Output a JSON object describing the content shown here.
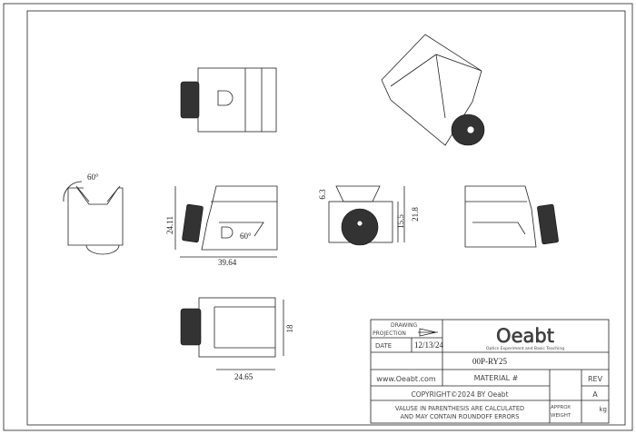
{
  "dimensions": {
    "angle_left": "60°",
    "angle_front": "60°",
    "height_front": "24.11",
    "length_front": "39.64",
    "dovetail_height": "6.3",
    "body_height": "15.5",
    "total_height": "21.8",
    "bottom_height": "18",
    "bottom_length": "24.65"
  },
  "title_block": {
    "drawing_label": "DRAWING",
    "projection_label": "PROJECTION",
    "date_label": "DATE",
    "date_value": "12/13/24",
    "logo_text": "Oeabt",
    "logo_subtitle": "Optics Experiment and Basic Teaching",
    "part_number": "00P-RY25",
    "website": "www.Oeabt.com",
    "material_label": "MATERIAL #",
    "rev_label": "REV",
    "rev_value": "A",
    "copyright": "COPYRIGHT©2024 BY Oeabt",
    "note_line1": "VALUSE IN PARENTHESIS ARE CALCULATED",
    "note_line2": "AND MAY CONTAIN ROUNDOFF ERRORS",
    "approx_label": "APPROX",
    "weight_label": "WEIGHT",
    "weight_unit": "kg"
  }
}
